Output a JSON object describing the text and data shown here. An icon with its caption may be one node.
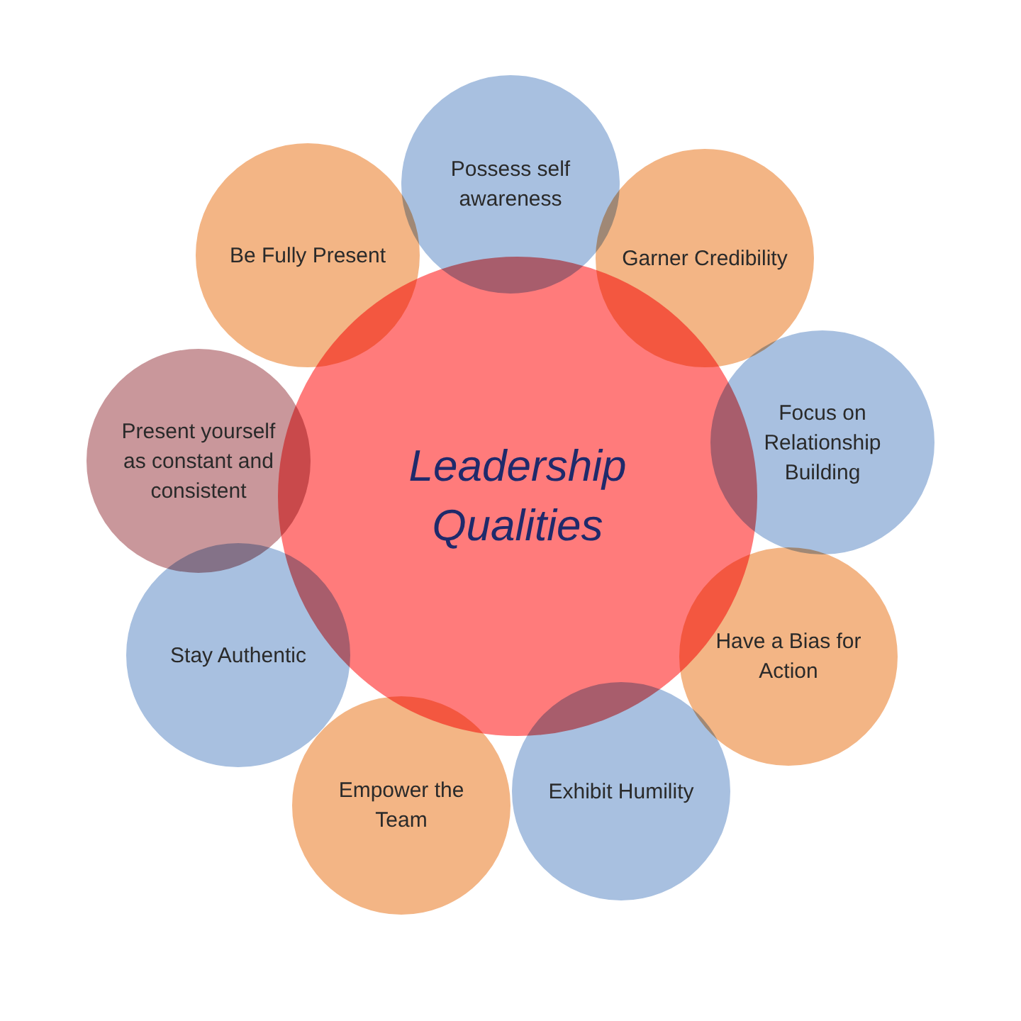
{
  "diagram": {
    "nodes": [
      {
        "text": [
          "Leadership Qualities"
        ]
      },
      {
        "text": [
          "Possess self awareness"
        ]
      },
      {
        "text": [
          "Garner Credibility"
        ]
      },
      {
        "text": [
          "Focus on Relationship Building"
        ]
      },
      {
        "text": [
          "Have a Bias for Action"
        ]
      },
      {
        "text": [
          "Exhibit Humility"
        ]
      },
      {
        "text": [
          "Empower the Team"
        ]
      },
      {
        "text": [
          "Stay Authentic"
        ]
      },
      {
        "text": [
          "Present yourself as constant and consistent"
        ]
      },
      {
        "text": [
          "Be Fully Present"
        ]
      }
    ],
    "edges": []
  }
}
